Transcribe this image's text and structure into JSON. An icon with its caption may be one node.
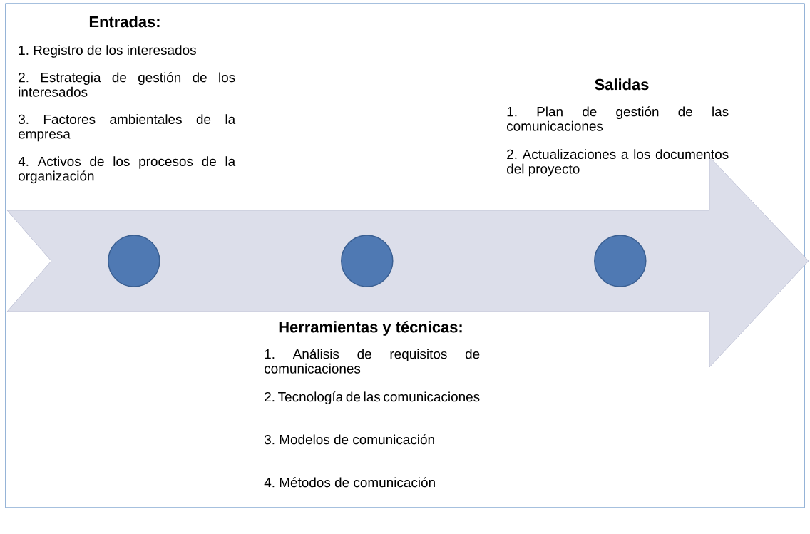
{
  "diagram": {
    "nodes": [
      {
        "text": [],
        "shape": "arrow"
      },
      {
        "text": [],
        "shape": "circle",
        "in": 0
      },
      {
        "text": [],
        "shape": "circle",
        "in": 0
      },
      {
        "text": [],
        "shape": "circle",
        "in": 0
      }
    ],
    "labels": [
      "Entradas:",
      "1. Registro de los interesados",
      "2. Estrategia de gestión de los interesados",
      "3. Factores ambientales de la empresa",
      "4. Activos de los procesos de la organización",
      "Salidas",
      "1. Plan de gestión de las comunicaciones",
      "2. Actualizaciones a los documentos del proyecto",
      "Herramientas y técnicas:",
      "1. Análisis de requisitos de comunicaciones",
      "2. Tecnología de las comunicaciones",
      "3. Modelos de comunicación",
      "4. Métodos de comunicación"
    ]
  }
}
